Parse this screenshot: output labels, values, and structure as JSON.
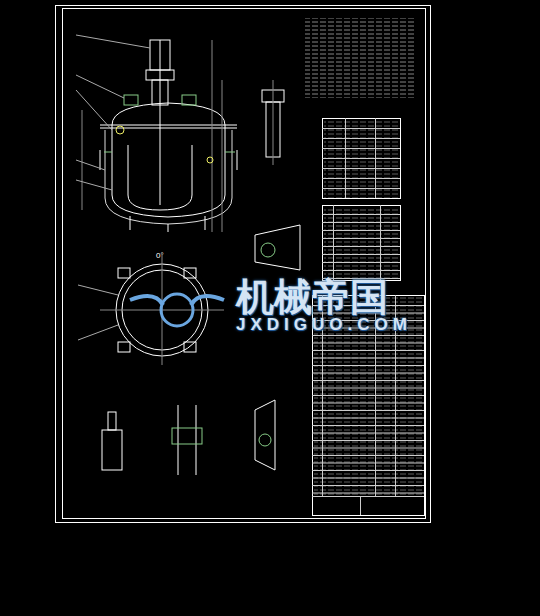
{
  "diagram": {
    "labels": [
      "机械帝国",
      "JXDIGUO.COM",
      "0°"
    ]
  }
}
